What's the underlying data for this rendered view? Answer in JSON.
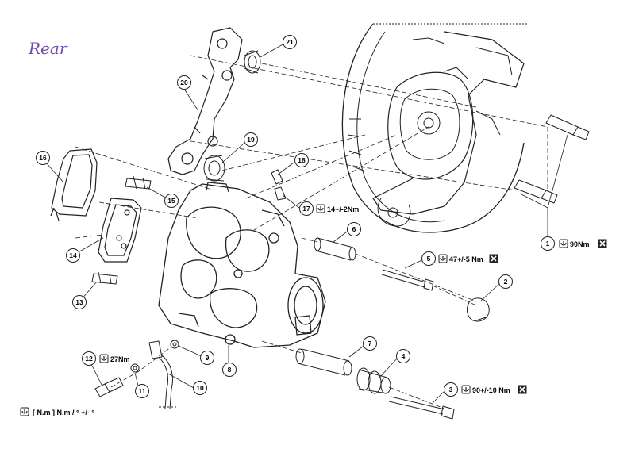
{
  "heading": {
    "text": "Rear"
  },
  "callouts": [
    {
      "id": "1",
      "num": "1",
      "torque": "90Nm",
      "has_torque_icon": true,
      "has_replace_icon": true
    },
    {
      "id": "2",
      "num": "2"
    },
    {
      "id": "3",
      "num": "3",
      "torque": "90+/-10 Nm",
      "has_torque_icon": true,
      "has_replace_icon": true
    },
    {
      "id": "4",
      "num": "4"
    },
    {
      "id": "5",
      "num": "5",
      "torque": "47+/-5 Nm",
      "has_torque_icon": true,
      "has_replace_icon": true
    },
    {
      "id": "6",
      "num": "6"
    },
    {
      "id": "7",
      "num": "7"
    },
    {
      "id": "8",
      "num": "8"
    },
    {
      "id": "9",
      "num": "9"
    },
    {
      "id": "10",
      "num": "10"
    },
    {
      "id": "11",
      "num": "11"
    },
    {
      "id": "12",
      "num": "12",
      "torque": "27Nm",
      "has_torque_icon": true
    },
    {
      "id": "13",
      "num": "13"
    },
    {
      "id": "14",
      "num": "14"
    },
    {
      "id": "15",
      "num": "15"
    },
    {
      "id": "16",
      "num": "16"
    },
    {
      "id": "17",
      "num": "17",
      "torque": "14+/-2Nm",
      "has_torque_icon": true
    },
    {
      "id": "18",
      "num": "18"
    },
    {
      "id": "19",
      "num": "19"
    },
    {
      "id": "20",
      "num": "20"
    },
    {
      "id": "21",
      "num": "21"
    }
  ],
  "legend": {
    "text": "[ N.m ] N.m / ° +/- °",
    "icon": "torque-wrench-icon"
  },
  "icons": {
    "torque": "torque-wrench-icon",
    "replace": "replace-part-icon"
  }
}
